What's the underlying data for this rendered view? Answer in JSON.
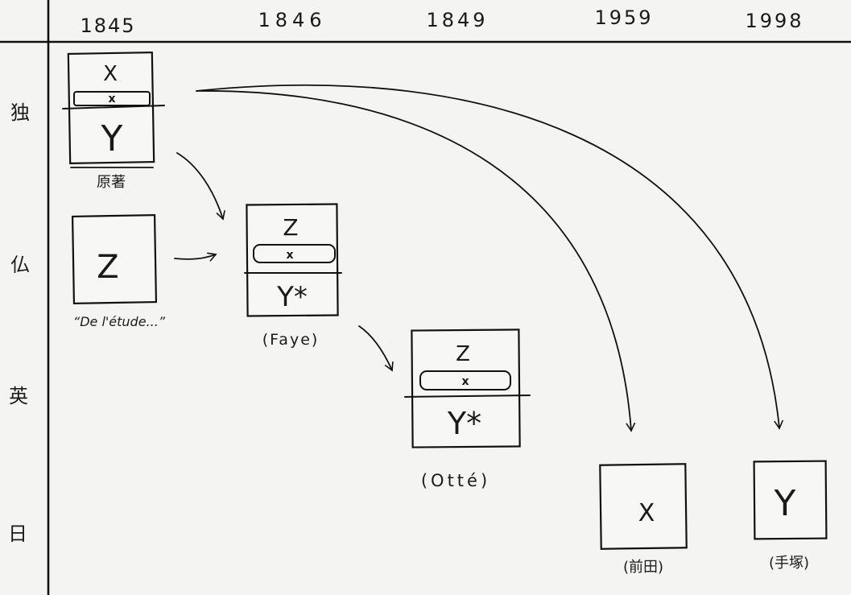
{
  "years": [
    "1845",
    "1846",
    "1849",
    "1959",
    "1998"
  ],
  "languages": [
    "独",
    "仏",
    "英",
    "日"
  ],
  "editions": [
    {
      "id": "original",
      "top": "X",
      "middle": "x",
      "bottom": "Y",
      "caption": "原著"
    },
    {
      "id": "french-work",
      "top": "Z",
      "caption": "“De l'étude...”"
    },
    {
      "id": "faye",
      "top": "Z",
      "middle": "x",
      "bottom": "Y*",
      "caption": "(Faye)"
    },
    {
      "id": "otte",
      "top": "Z",
      "middle": "x",
      "bottom": "Y*",
      "caption": "(Otté)"
    },
    {
      "id": "jp-1959",
      "top": "X",
      "caption": "(前田)"
    },
    {
      "id": "jp-1998",
      "top": "Y",
      "caption": "(手塚)"
    }
  ]
}
